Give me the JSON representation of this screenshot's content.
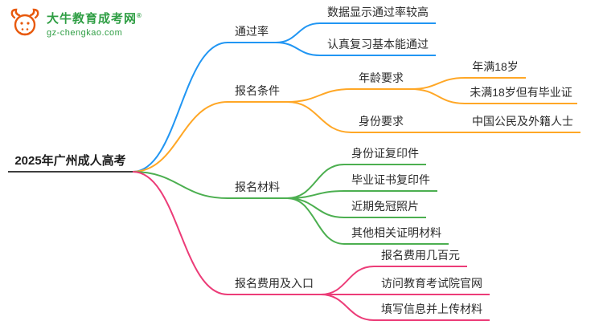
{
  "logo": {
    "name": "大牛教育成考网",
    "registered": "®",
    "url": "gz-chengkao.com",
    "brand_color": "#2f9e44",
    "icon": "bull-logo-icon"
  },
  "root": {
    "label": "2025年广州成人高考",
    "underline_color": "#3f3f3f"
  },
  "branches": [
    {
      "label": "通过率",
      "color": "#2196f3",
      "children": [
        {
          "label": "数据显示通过率较高"
        },
        {
          "label": "认真复习基本能通过"
        }
      ]
    },
    {
      "label": "报名条件",
      "color": "#ffa726",
      "children": [
        {
          "label": "年龄要求",
          "children": [
            {
              "label": "年满18岁"
            },
            {
              "label": "未满18岁但有毕业证"
            }
          ]
        },
        {
          "label": "身份要求",
          "children": [
            {
              "label": "中国公民及外籍人士"
            }
          ]
        }
      ]
    },
    {
      "label": "报名材料",
      "color": "#4caf50",
      "children": [
        {
          "label": "身份证复印件"
        },
        {
          "label": "毕业证书复印件"
        },
        {
          "label": "近期免冠照片"
        },
        {
          "label": "其他相关证明材料"
        }
      ]
    },
    {
      "label": "报名费用及入口",
      "color": "#ec3c78",
      "children": [
        {
          "label": "报名费用几百元"
        },
        {
          "label": "访问教育考试院官网"
        },
        {
          "label": "填写信息并上传材料"
        }
      ]
    }
  ]
}
